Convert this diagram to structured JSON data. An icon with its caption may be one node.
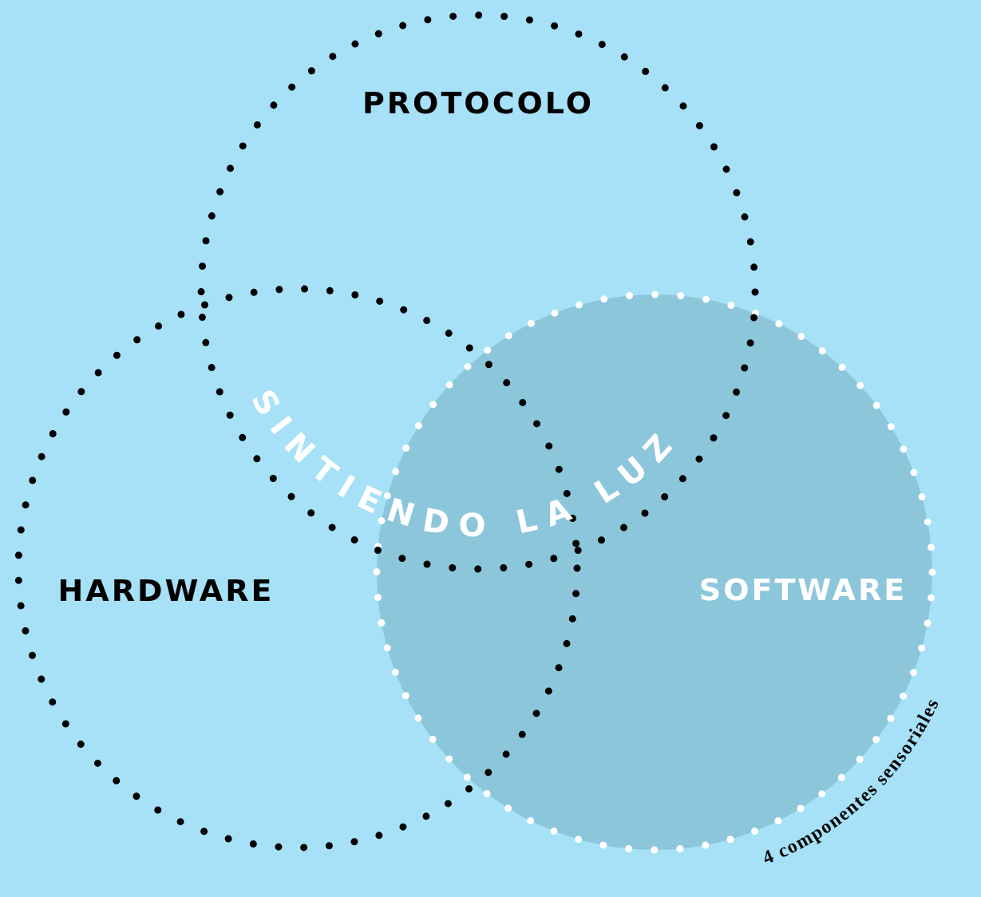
{
  "diagram": {
    "nodes": [
      {
        "text": [
          "PROTOCOLO"
        ]
      },
      {
        "text": [
          "HARDWARE"
        ]
      },
      {
        "text": [
          "SOFTWARE"
        ]
      }
    ],
    "labels": [
      "SINTIENDO LA LUZ",
      "4 componentes sensoriales"
    ]
  }
}
